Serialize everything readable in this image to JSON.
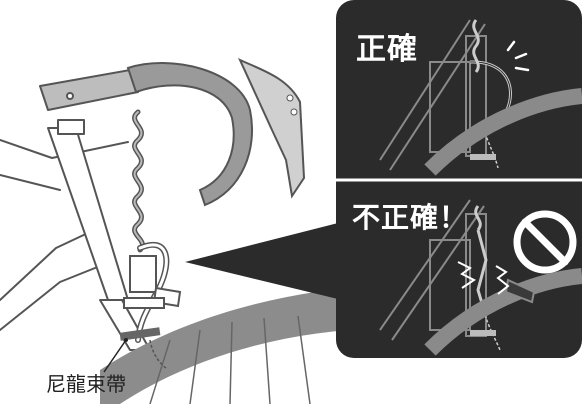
{
  "labels": {
    "correct": "正確",
    "incorrect": "不正確！",
    "zip_tie": "尼龍束帶"
  },
  "colors": {
    "panel_bg": "#2b2b2b",
    "bike_line": "#555555",
    "bar_tape": "#9a9a9a",
    "tire": "#8c8c8c",
    "prohibition": "#ffffff"
  },
  "icons": {
    "prohibition": "no-entry-icon",
    "impact": "spark-icon"
  }
}
